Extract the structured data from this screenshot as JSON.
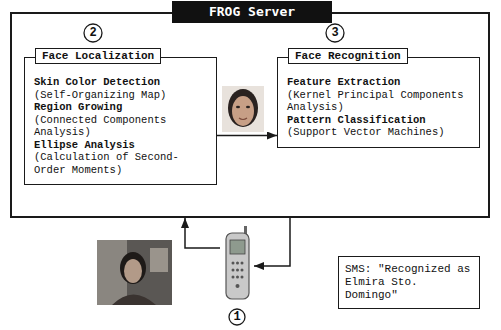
{
  "diagram": {
    "nodes": [
      {
        "text": [
          "FROG Server"
        ]
      },
      {
        "text": [
          "Face Localization",
          "Skin Color Detection",
          "(Self-Organizing Map)",
          "Region Growing",
          "(Connected Components Analysis)",
          "Ellipse Analysis",
          "(Calculation of Second-Order Moments)"
        ],
        "in": 0
      },
      {
        "text": [
          "Face Recognition",
          "Feature Extraction",
          "(Kernel Principal Components Analysis)",
          "Pattern Classification",
          "(Support Vector Machines)"
        ],
        "in": 0
      },
      {
        "text": [
          "1"
        ]
      },
      {
        "text": [
          "SMS: \"Recognized as Elmira Sto. Domingo\""
        ]
      }
    ],
    "edges": [
      {
        "from": 1,
        "to": 2,
        "arrow": "to"
      },
      {
        "from": 3,
        "to": 0,
        "arrow": "to"
      },
      {
        "from": 0,
        "to": 3,
        "arrow": "to"
      }
    ],
    "labels": [
      "2",
      "3"
    ]
  }
}
